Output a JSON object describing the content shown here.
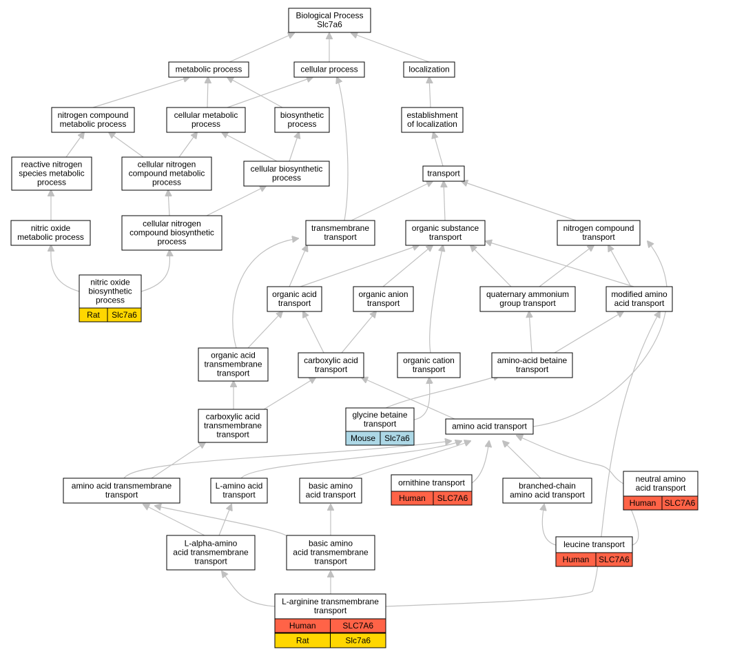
{
  "colors": {
    "human": "#ff6347",
    "rat": "#ffd700",
    "mouse": "#add8e6",
    "edge": "#c0c0c0"
  },
  "nodes": {
    "bp": [
      "Biological Process",
      "Slc7a6"
    ],
    "metabolic": [
      "metabolic process"
    ],
    "cellular": [
      "cellular process"
    ],
    "localization": [
      "localization"
    ],
    "ncmp": [
      "nitrogen compound",
      "metabolic process"
    ],
    "cmp": [
      "cellular metabolic",
      "process"
    ],
    "biosyn": [
      "biosynthetic",
      "process"
    ],
    "est_loc": [
      "establishment",
      "of localization"
    ],
    "rns": [
      "reactive nitrogen",
      "species metabolic",
      "process"
    ],
    "cncmp": [
      "cellular nitrogen",
      "compound metabolic",
      "process"
    ],
    "cbp": [
      "cellular biosynthetic",
      "process"
    ],
    "transport": [
      "transport"
    ],
    "nomp": [
      "nitric oxide",
      "metabolic process"
    ],
    "cncbp": [
      "cellular nitrogen",
      "compound biosynthetic",
      "process"
    ],
    "tm_transport": [
      "transmembrane",
      "transport"
    ],
    "ost": [
      "organic substance",
      "transport"
    ],
    "nct": [
      "nitrogen compound",
      "transport"
    ],
    "nobp": [
      "nitric oxide",
      "biosynthetic",
      "process"
    ],
    "oat": [
      "organic acid",
      "transport"
    ],
    "oant": [
      "organic anion",
      "transport"
    ],
    "qagt": [
      "quaternary ammonium",
      "group transport"
    ],
    "mat": [
      "modified amino",
      "acid transport"
    ],
    "oatm": [
      "organic acid",
      "transmembrane",
      "transport"
    ],
    "cat": [
      "carboxylic acid",
      "transport"
    ],
    "oct": [
      "organic cation",
      "transport"
    ],
    "aabt": [
      "amino-acid betaine",
      "transport"
    ],
    "catm": [
      "carboxylic acid",
      "transmembrane",
      "transport"
    ],
    "gbt": [
      "glycine betaine",
      "transport"
    ],
    "aat": [
      "amino acid transport"
    ],
    "aatm": [
      "amino acid transmembrane",
      "transport"
    ],
    "laat": [
      "L-amino acid",
      "transport"
    ],
    "baat": [
      "basic amino",
      "acid transport"
    ],
    "ornt": [
      "ornithine transport"
    ],
    "bcaat": [
      "branched-chain",
      "amino acid transport"
    ],
    "naat": [
      "neutral amino",
      "acid transport"
    ],
    "laatm": [
      "L-alpha-amino",
      "acid transmembrane",
      "transport"
    ],
    "baatm": [
      "basic amino",
      "acid transmembrane",
      "transport"
    ],
    "leut": [
      "leucine transport"
    ],
    "larg": [
      "L-arginine transmembrane",
      "transport"
    ]
  },
  "annotations": {
    "nobp": [
      {
        "species": "Rat",
        "gene": "Slc7a6"
      }
    ],
    "gbt": [
      {
        "species": "Mouse",
        "gene": "Slc7a6"
      }
    ],
    "ornt": [
      {
        "species": "Human",
        "gene": "SLC7A6"
      }
    ],
    "naat": [
      {
        "species": "Human",
        "gene": "SLC7A6"
      }
    ],
    "leut": [
      {
        "species": "Human",
        "gene": "SLC7A6"
      }
    ],
    "larg": [
      {
        "species": "Human",
        "gene": "SLC7A6"
      },
      {
        "species": "Rat",
        "gene": "Slc7a6"
      }
    ]
  }
}
